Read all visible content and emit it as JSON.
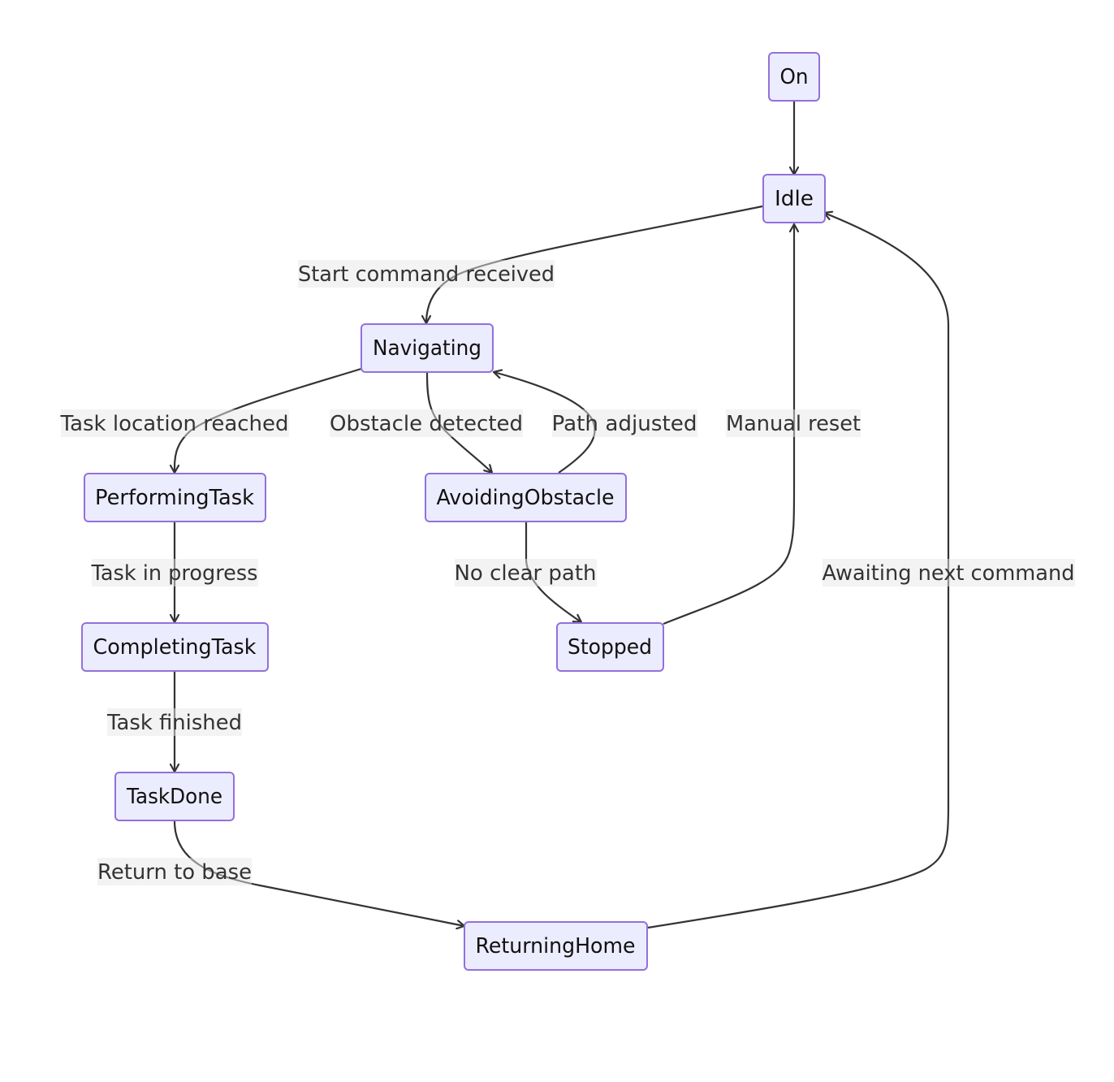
{
  "diagram": {
    "nodes": {
      "on": "On",
      "idle": "Idle",
      "navigating": "Navigating",
      "performing_task": "PerformingTask",
      "avoiding_obstacle": "AvoidingObstacle",
      "completing_task": "CompletingTask",
      "stopped": "Stopped",
      "task_done": "TaskDone",
      "returning_home": "ReturningHome"
    },
    "edges": {
      "start_command": "Start command received",
      "task_location": "Task location reached",
      "obstacle_detected": "Obstacle detected",
      "path_adjusted": "Path adjusted",
      "manual_reset": "Manual reset",
      "task_in_progress": "Task in progress",
      "no_clear_path": "No clear path",
      "awaiting_next": "Awaiting next command",
      "task_finished": "Task finished",
      "return_to_base": "Return to base"
    },
    "colors": {
      "node_fill": "#ECECFF",
      "node_stroke": "#9370DB",
      "edge": "#333333",
      "label_bg": "#E8E8E8"
    }
  }
}
